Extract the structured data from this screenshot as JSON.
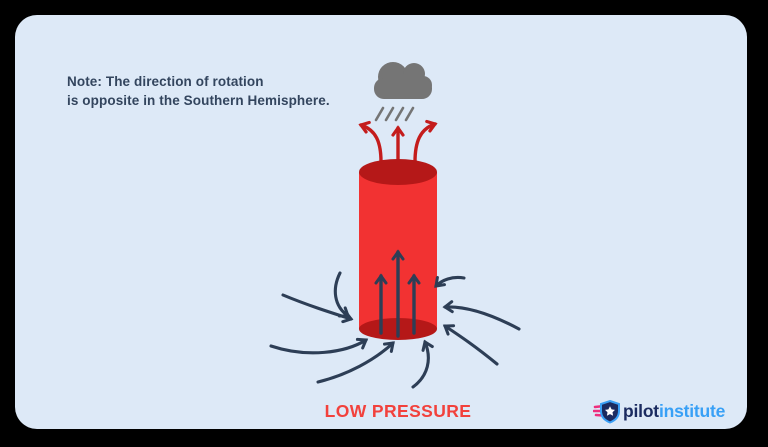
{
  "panel": {
    "note_line1": "Note: The direction of rotation",
    "note_line2": "is opposite in the Southern Hemisphere.",
    "pressure_label": "LOW PRESSURE"
  },
  "diagram": {
    "icons": [
      "rain-cloud-icon",
      "red-outflow-arrows",
      "low-pressure-column",
      "navy-updraft-arrows",
      "navy-inflow-spiral-arrows"
    ],
    "rain_line_count": 4,
    "inflow_arrow_count": 8,
    "updraft_arrow_count": 3,
    "outflow_arrow_count": 3
  },
  "logo": {
    "brand_part1": "pilot",
    "brand_part2": "institute",
    "icon": "winged-shield-star-icon"
  },
  "colors": {
    "outer_background": "#000000",
    "panel_background": "#dde9f7",
    "navy_text": "#33455e",
    "navy_arrow": "#2d3e56",
    "cylinder_red": "#f23232",
    "cylinder_cap_red": "#b51818",
    "outflow_arrow_red": "#c41c1c",
    "pressure_label_red": "#f2413c",
    "cloud_gray": "#757575",
    "logo_navy": "#1b2b60",
    "logo_blue": "#38a0f6",
    "logo_pink": "#ed2f7e"
  }
}
